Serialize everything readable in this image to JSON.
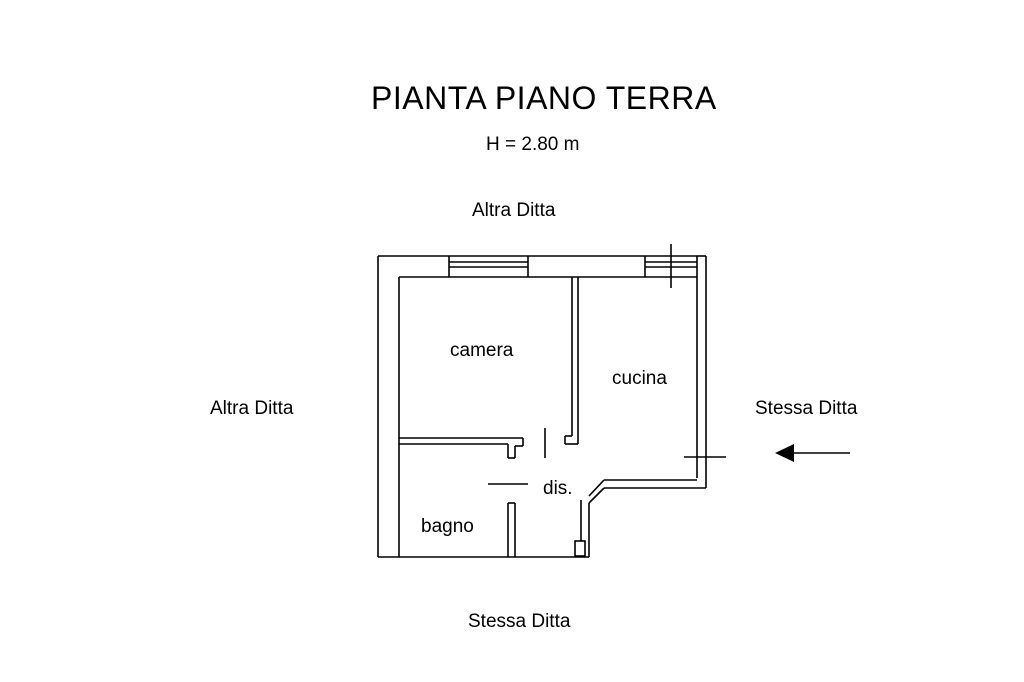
{
  "plan": {
    "title": "PIANTA PIANO TERRA",
    "height_note": "H = 2.80 m"
  },
  "surroundings": {
    "top": "Altra Ditta",
    "left": "Altra Ditta",
    "right": "Stessa Ditta",
    "bottom": "Stessa Ditta"
  },
  "rooms": {
    "camera": "camera",
    "cucina": "cucina",
    "disimpegno": "dis.",
    "bagno": "bagno"
  },
  "colors": {
    "line": "#000000",
    "background": "#ffffff"
  },
  "icons": {
    "entrance": "arrow-left-icon"
  }
}
